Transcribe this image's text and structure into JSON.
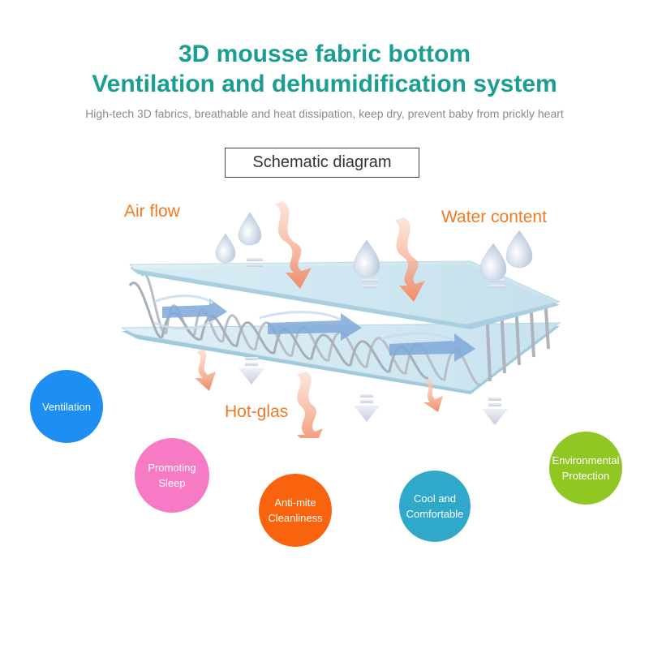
{
  "header": {
    "title_line1": "3D mousse fabric bottom",
    "title_line2": "Ventilation and dehumidification system",
    "subtitle": "High-tech 3D fabrics, breathable and heat dissipation, keep dry, prevent baby from prickly heart"
  },
  "diagram": {
    "caption": "Schematic diagram",
    "labels": {
      "air_flow": "Air flow",
      "water_content": "Water content",
      "hot_gas": "Hot-glas"
    }
  },
  "features": [
    {
      "lines": [
        "Ventilation"
      ],
      "color": "#1d8ff2"
    },
    {
      "lines": [
        "Promoting",
        "Sleep"
      ],
      "color": "#f77bc4"
    },
    {
      "lines": [
        "Anti-mite",
        "Cleanliness"
      ],
      "color": "#f9630e"
    },
    {
      "lines": [
        "Cool and",
        "Comfortable"
      ],
      "color": "#2fa8c9"
    },
    {
      "lines": [
        "Environmental",
        "Protection"
      ],
      "color": "#90c722"
    }
  ],
  "colors": {
    "title": "#1a9e92",
    "label": "#f07a23",
    "arrow": "#f2a081",
    "fabric": "#cfe6f0"
  }
}
